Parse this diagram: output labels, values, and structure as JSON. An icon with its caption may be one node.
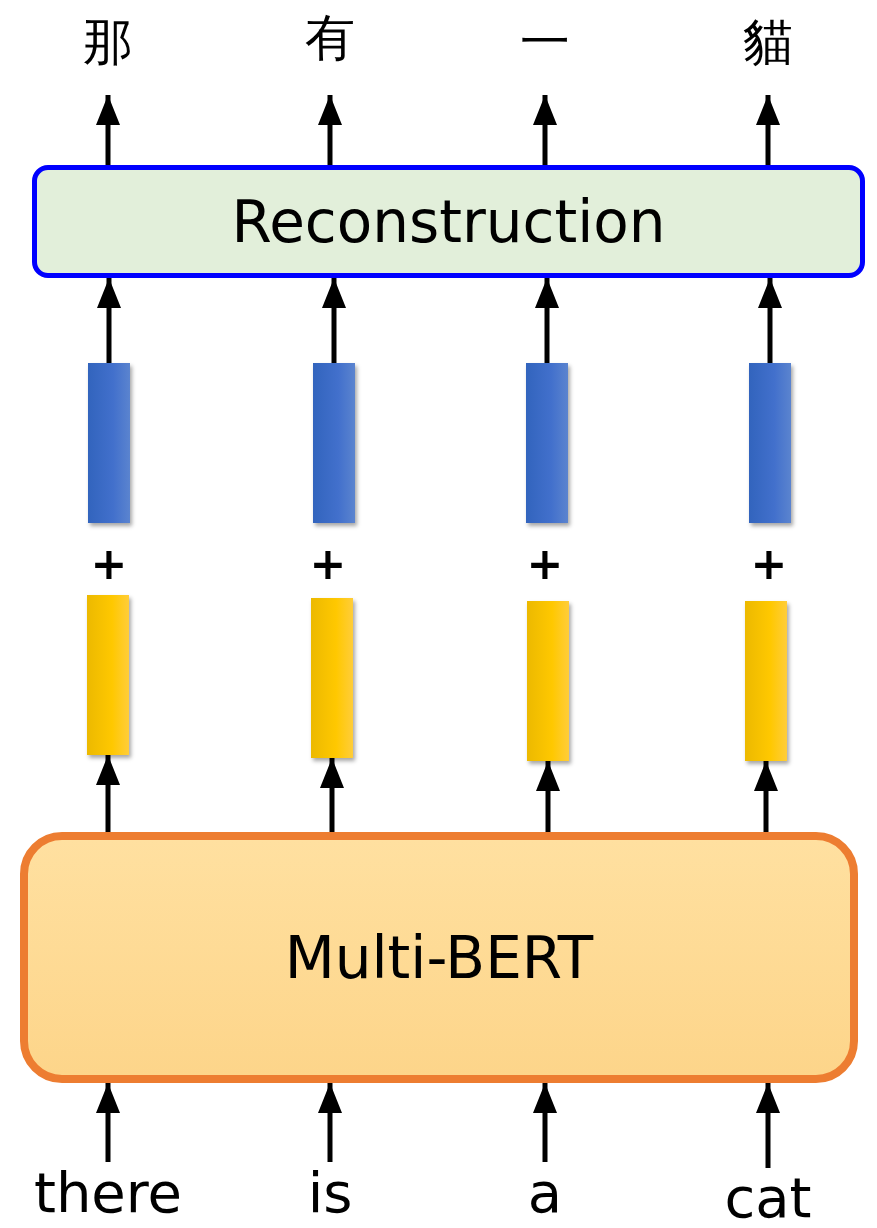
{
  "diagram": {
    "nodes": [
      {
        "text": [
          "那"
        ]
      },
      {
        "text": [
          "有"
        ]
      },
      {
        "text": [
          "一"
        ]
      },
      {
        "text": [
          "貓"
        ]
      },
      {
        "text": [
          "Reconstruction"
        ]
      },
      {
        "text": [],
        "shape": "bar"
      },
      {
        "text": [],
        "shape": "bar"
      },
      {
        "text": [],
        "shape": "bar"
      },
      {
        "text": [],
        "shape": "bar"
      },
      {
        "text": [],
        "shape": "bar"
      },
      {
        "text": [],
        "shape": "bar"
      },
      {
        "text": [],
        "shape": "bar"
      },
      {
        "text": [],
        "shape": "bar"
      },
      {
        "text": [
          "Multi-BERT"
        ]
      },
      {
        "text": [
          "there"
        ]
      },
      {
        "text": [
          "is"
        ]
      },
      {
        "text": [
          "a"
        ]
      },
      {
        "text": [
          "cat"
        ]
      }
    ],
    "edges": [
      {
        "from": 4,
        "to": 0,
        "arrow": "to"
      },
      {
        "from": 4,
        "to": 1,
        "arrow": "to"
      },
      {
        "from": 4,
        "to": 2,
        "arrow": "to"
      },
      {
        "from": 4,
        "to": 3,
        "arrow": "to"
      },
      {
        "from": 5,
        "to": 4,
        "arrow": "to"
      },
      {
        "from": 6,
        "to": 4,
        "arrow": "to"
      },
      {
        "from": 7,
        "to": 4,
        "arrow": "to"
      },
      {
        "from": 8,
        "to": 4,
        "arrow": "to"
      },
      {
        "from": 13,
        "to": 9,
        "arrow": "to"
      },
      {
        "from": 13,
        "to": 10,
        "arrow": "to"
      },
      {
        "from": 13,
        "to": 11,
        "arrow": "to"
      },
      {
        "from": 13,
        "to": 12,
        "arrow": "to"
      },
      {
        "from": 14,
        "to": 13,
        "arrow": "to"
      },
      {
        "from": 15,
        "to": 13,
        "arrow": "to"
      },
      {
        "from": 16,
        "to": 13,
        "arrow": "to"
      },
      {
        "from": 17,
        "to": 13,
        "arrow": "to"
      }
    ],
    "labels": [
      "+",
      "+",
      "+",
      "+"
    ]
  }
}
